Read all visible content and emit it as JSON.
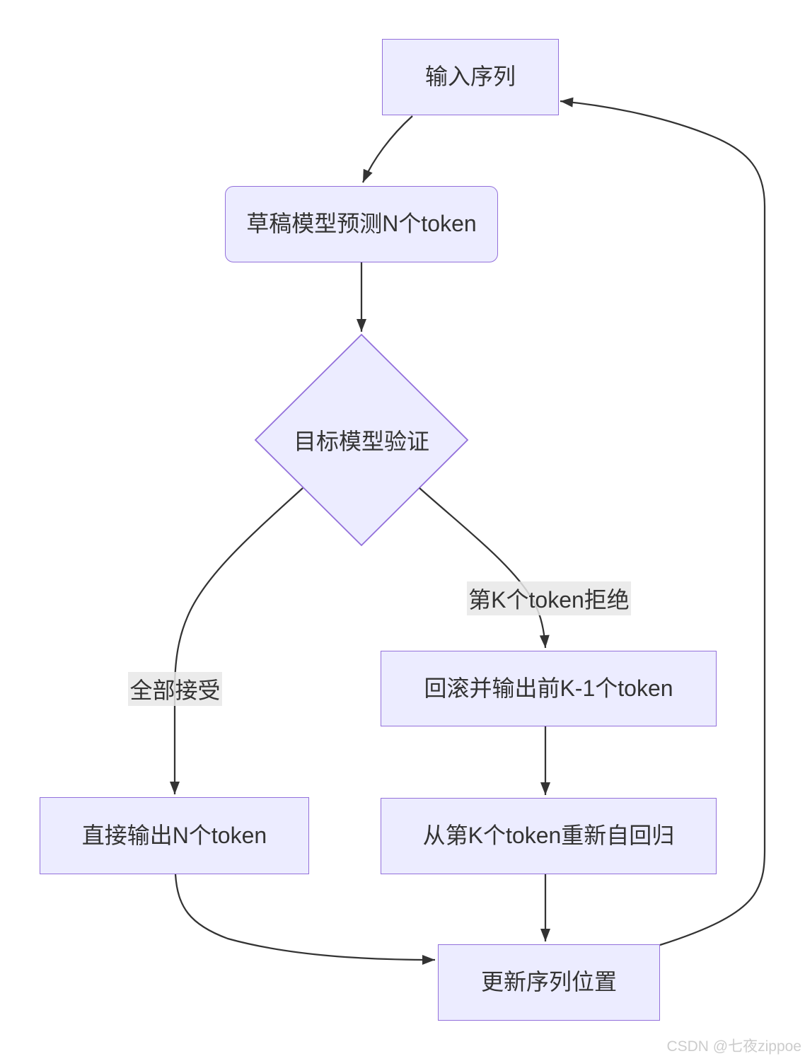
{
  "diagram": {
    "type": "flowchart",
    "direction": "top-down",
    "nodes": {
      "input": {
        "label": "输入序列",
        "shape": "rect"
      },
      "draft": {
        "label": "草稿模型预测N个token",
        "shape": "rounded-rect"
      },
      "verify": {
        "label": "目标模型验证",
        "shape": "diamond"
      },
      "rollback": {
        "label": "回滚并输出前K-1个token",
        "shape": "rect"
      },
      "direct": {
        "label": "直接输出N个token",
        "shape": "rect"
      },
      "reauto": {
        "label": "从第K个token重新自回归",
        "shape": "rect"
      },
      "update": {
        "label": "更新序列位置",
        "shape": "rect"
      }
    },
    "edges": [
      {
        "from": "输入序列",
        "to": "草稿模型预测N个token",
        "label": ""
      },
      {
        "from": "草稿模型预测N个token",
        "to": "目标模型验证",
        "label": ""
      },
      {
        "from": "目标模型验证",
        "to": "直接输出N个token",
        "label": "全部接受"
      },
      {
        "from": "目标模型验证",
        "to": "回滚并输出前K-1个token",
        "label": "第K个token拒绝"
      },
      {
        "from": "回滚并输出前K-1个token",
        "to": "从第K个token重新自回归",
        "label": ""
      },
      {
        "from": "从第K个token重新自回归",
        "to": "更新序列位置",
        "label": ""
      },
      {
        "from": "直接输出N个token",
        "to": "更新序列位置",
        "label": ""
      },
      {
        "from": "更新序列位置",
        "to": "输入序列",
        "label": ""
      }
    ],
    "colors": {
      "node_fill": "#ECECFF",
      "node_border": "#9370DB",
      "edge_line": "#333333",
      "edge_label_bg": "#e8e8e8",
      "text": "#333333"
    }
  },
  "watermark": "CSDN @七夜zippoe"
}
